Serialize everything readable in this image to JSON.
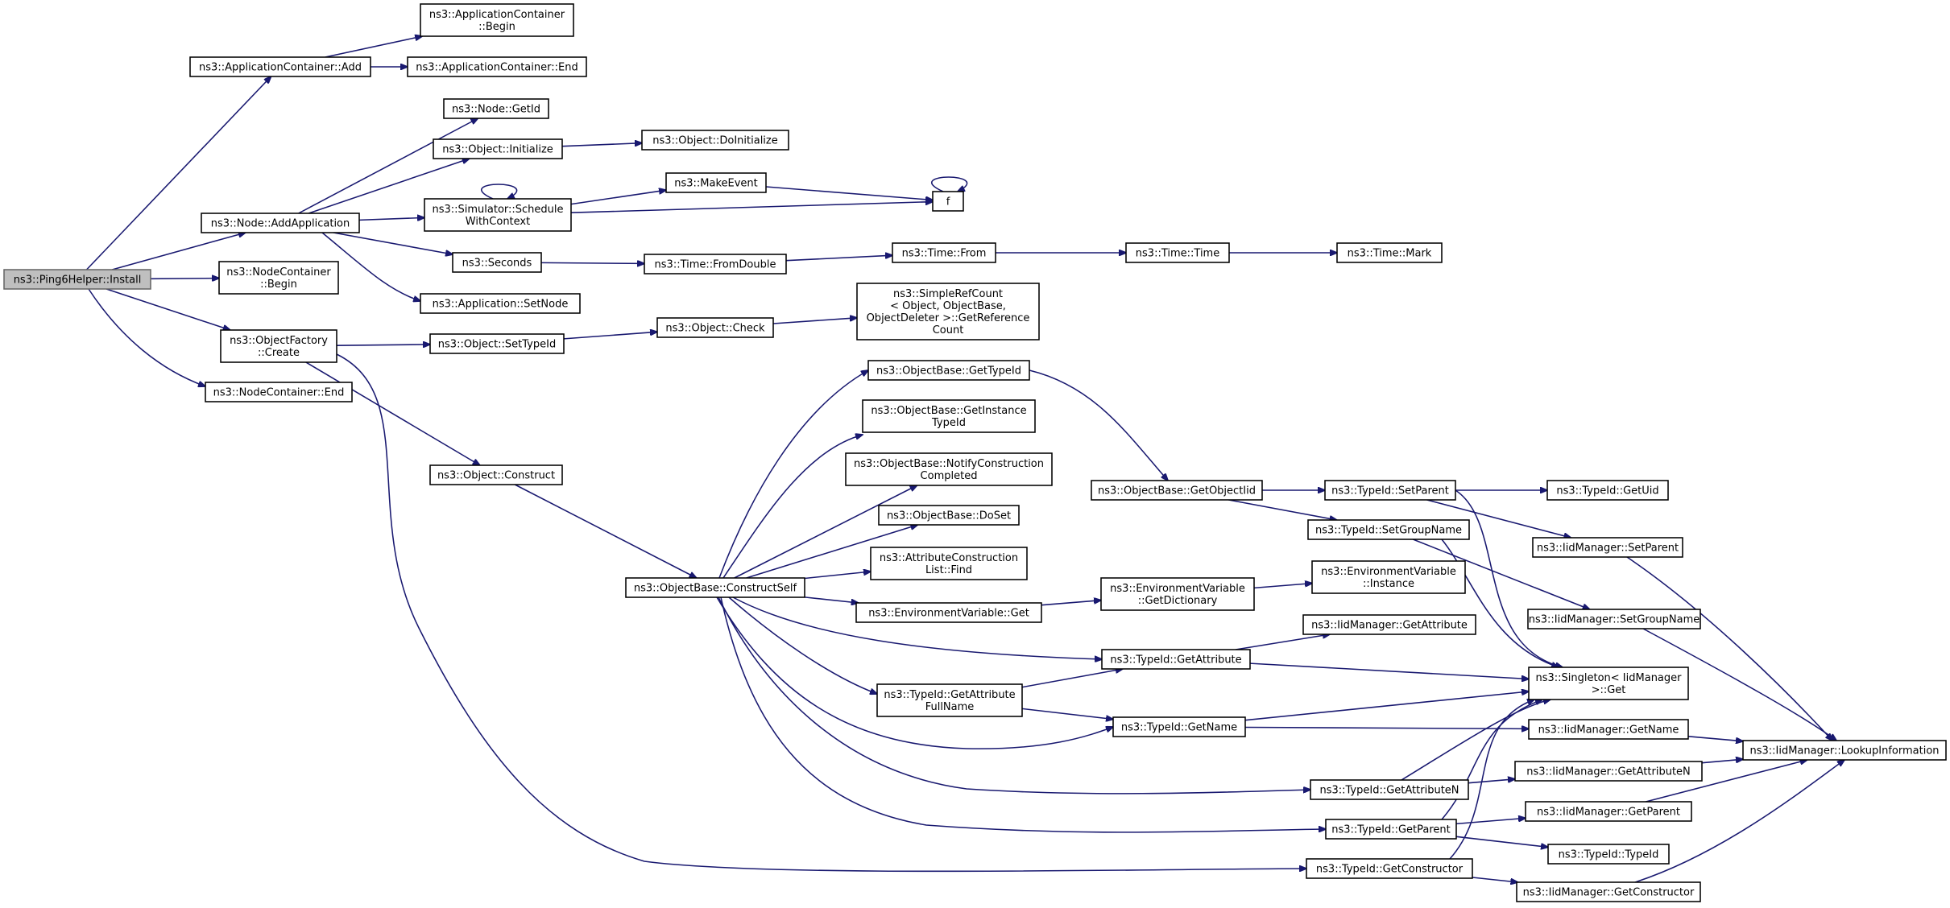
{
  "diagram": {
    "type": "call-graph",
    "nodes": [
      {
        "id": "install",
        "lines": [
          "ns3::Ping6Helper::Install"
        ],
        "root": true
      },
      {
        "id": "appcont_add",
        "lines": [
          "ns3::ApplicationContainer::Add"
        ]
      },
      {
        "id": "appcont_begin",
        "lines": [
          "ns3::ApplicationContainer",
          "::Begin"
        ]
      },
      {
        "id": "appcont_end",
        "lines": [
          "ns3::ApplicationContainer::End"
        ]
      },
      {
        "id": "node_addapp",
        "lines": [
          "ns3::Node::AddApplication"
        ]
      },
      {
        "id": "node_getid",
        "lines": [
          "ns3::Node::GetId"
        ]
      },
      {
        "id": "obj_init",
        "lines": [
          "ns3::Object::Initialize"
        ]
      },
      {
        "id": "obj_doinit",
        "lines": [
          "ns3::Object::DoInitialize"
        ]
      },
      {
        "id": "sim_sched",
        "lines": [
          "ns3::Simulator::Schedule",
          "WithContext"
        ]
      },
      {
        "id": "make_event",
        "lines": [
          "ns3::MakeEvent"
        ]
      },
      {
        "id": "f",
        "lines": [
          "f"
        ]
      },
      {
        "id": "seconds",
        "lines": [
          "ns3::Seconds"
        ]
      },
      {
        "id": "time_fromdouble",
        "lines": [
          "ns3::Time::FromDouble"
        ]
      },
      {
        "id": "time_from",
        "lines": [
          "ns3::Time::From"
        ]
      },
      {
        "id": "time_time",
        "lines": [
          "ns3::Time::Time"
        ]
      },
      {
        "id": "time_mark",
        "lines": [
          "ns3::Time::Mark"
        ]
      },
      {
        "id": "app_setnode",
        "lines": [
          "ns3::Application::SetNode"
        ]
      },
      {
        "id": "nodecont_begin",
        "lines": [
          "ns3::NodeContainer",
          "::Begin"
        ]
      },
      {
        "id": "objfactory_create",
        "lines": [
          "ns3::ObjectFactory",
          "::Create"
        ]
      },
      {
        "id": "obj_settypeid",
        "lines": [
          "ns3::Object::SetTypeId"
        ]
      },
      {
        "id": "obj_check",
        "lines": [
          "ns3::Object::Check"
        ]
      },
      {
        "id": "simplerefcount",
        "lines": [
          "ns3::SimpleRefCount",
          "< Object, ObjectBase,",
          "ObjectDeleter >::GetReference",
          "Count"
        ]
      },
      {
        "id": "nodecont_end",
        "lines": [
          "ns3::NodeContainer::End"
        ]
      },
      {
        "id": "obj_construct",
        "lines": [
          "ns3::Object::Construct"
        ]
      },
      {
        "id": "ob_constructself",
        "lines": [
          "ns3::ObjectBase::ConstructSelf"
        ]
      },
      {
        "id": "ob_gettypeid",
        "lines": [
          "ns3::ObjectBase::GetTypeId"
        ]
      },
      {
        "id": "ob_getinstance",
        "lines": [
          "ns3::ObjectBase::GetInstance",
          "TypeId"
        ]
      },
      {
        "id": "ob_notify",
        "lines": [
          "ns3::ObjectBase::NotifyConstruction",
          "Completed"
        ]
      },
      {
        "id": "ob_doset",
        "lines": [
          "ns3::ObjectBase::DoSet"
        ]
      },
      {
        "id": "acl_find",
        "lines": [
          "ns3::AttributeConstruction",
          "List::Find"
        ]
      },
      {
        "id": "env_get",
        "lines": [
          "ns3::EnvironmentVariable::Get"
        ]
      },
      {
        "id": "ob_getobjectiid",
        "lines": [
          "ns3::ObjectBase::GetObjectIid"
        ]
      },
      {
        "id": "env_getdict",
        "lines": [
          "ns3::EnvironmentVariable",
          "::GetDictionary"
        ]
      },
      {
        "id": "env_instance",
        "lines": [
          "ns3::EnvironmentVariable",
          "::Instance"
        ]
      },
      {
        "id": "tid_setparent",
        "lines": [
          "ns3::TypeId::SetParent"
        ]
      },
      {
        "id": "tid_getuid",
        "lines": [
          "ns3::TypeId::GetUid"
        ]
      },
      {
        "id": "tid_setgroupname",
        "lines": [
          "ns3::TypeId::SetGroupName"
        ]
      },
      {
        "id": "iid_setparent",
        "lines": [
          "ns3::IidManager::SetParent"
        ]
      },
      {
        "id": "iid_setgroupname",
        "lines": [
          "ns3::IidManager::SetGroupName"
        ]
      },
      {
        "id": "iid_getattribute",
        "lines": [
          "ns3::IidManager::GetAttribute"
        ]
      },
      {
        "id": "tid_getattribute",
        "lines": [
          "ns3::TypeId::GetAttribute"
        ]
      },
      {
        "id": "tid_getattrfullname",
        "lines": [
          "ns3::TypeId::GetAttribute",
          "FullName"
        ]
      },
      {
        "id": "singleton_get",
        "lines": [
          "ns3::Singleton< IidManager",
          ">::Get"
        ]
      },
      {
        "id": "tid_getname",
        "lines": [
          "ns3::TypeId::GetName"
        ]
      },
      {
        "id": "iid_getname",
        "lines": [
          "ns3::IidManager::GetName"
        ]
      },
      {
        "id": "iid_lookup",
        "lines": [
          "ns3::IidManager::LookupInformation"
        ]
      },
      {
        "id": "tid_getattributen",
        "lines": [
          "ns3::TypeId::GetAttributeN"
        ]
      },
      {
        "id": "iid_getattributen",
        "lines": [
          "ns3::IidManager::GetAttributeN"
        ]
      },
      {
        "id": "tid_getparent",
        "lines": [
          "ns3::TypeId::GetParent"
        ]
      },
      {
        "id": "iid_getparent",
        "lines": [
          "ns3::IidManager::GetParent"
        ]
      },
      {
        "id": "tid_typeid",
        "lines": [
          "ns3::TypeId::TypeId"
        ]
      },
      {
        "id": "tid_getconstructor",
        "lines": [
          "ns3::TypeId::GetConstructor"
        ]
      },
      {
        "id": "iid_getconstructor",
        "lines": [
          "ns3::IidManager::GetConstructor"
        ]
      }
    ],
    "edges": [
      [
        "install",
        "appcont_add"
      ],
      [
        "install",
        "node_addapp"
      ],
      [
        "install",
        "nodecont_begin"
      ],
      [
        "install",
        "objfactory_create"
      ],
      [
        "install",
        "nodecont_end"
      ],
      [
        "appcont_add",
        "appcont_begin"
      ],
      [
        "appcont_add",
        "appcont_end"
      ],
      [
        "node_addapp",
        "node_getid"
      ],
      [
        "node_addapp",
        "obj_init"
      ],
      [
        "node_addapp",
        "sim_sched"
      ],
      [
        "node_addapp",
        "seconds"
      ],
      [
        "node_addapp",
        "app_setnode"
      ],
      [
        "obj_init",
        "obj_doinit"
      ],
      [
        "sim_sched",
        "sim_sched"
      ],
      [
        "sim_sched",
        "make_event"
      ],
      [
        "sim_sched",
        "f"
      ],
      [
        "make_event",
        "f"
      ],
      [
        "f",
        "f"
      ],
      [
        "seconds",
        "time_fromdouble"
      ],
      [
        "time_fromdouble",
        "time_from"
      ],
      [
        "time_from",
        "time_time"
      ],
      [
        "time_time",
        "time_mark"
      ],
      [
        "objfactory_create",
        "obj_settypeid"
      ],
      [
        "objfactory_create",
        "obj_construct"
      ],
      [
        "objfactory_create",
        "tid_getconstructor"
      ],
      [
        "obj_settypeid",
        "obj_check"
      ],
      [
        "obj_check",
        "simplerefcount"
      ],
      [
        "obj_construct",
        "ob_constructself"
      ],
      [
        "ob_constructself",
        "ob_gettypeid"
      ],
      [
        "ob_constructself",
        "ob_getinstance"
      ],
      [
        "ob_constructself",
        "ob_notify"
      ],
      [
        "ob_constructself",
        "ob_doset"
      ],
      [
        "ob_constructself",
        "acl_find"
      ],
      [
        "ob_constructself",
        "env_get"
      ],
      [
        "ob_constructself",
        "tid_getattribute"
      ],
      [
        "ob_constructself",
        "tid_getattrfullname"
      ],
      [
        "ob_constructself",
        "tid_getname"
      ],
      [
        "ob_constructself",
        "tid_getattributen"
      ],
      [
        "ob_constructself",
        "tid_getparent"
      ],
      [
        "ob_gettypeid",
        "ob_getobjectiid"
      ],
      [
        "ob_getobjectiid",
        "tid_setparent"
      ],
      [
        "ob_getobjectiid",
        "tid_setgroupname"
      ],
      [
        "env_get",
        "env_getdict"
      ],
      [
        "env_getdict",
        "env_instance"
      ],
      [
        "tid_setparent",
        "tid_getuid"
      ],
      [
        "tid_setparent",
        "iid_setparent"
      ],
      [
        "tid_setparent",
        "singleton_get"
      ],
      [
        "tid_setgroupname",
        "iid_setgroupname"
      ],
      [
        "tid_setgroupname",
        "singleton_get"
      ],
      [
        "iid_setparent",
        "iid_lookup"
      ],
      [
        "iid_setgroupname",
        "iid_lookup"
      ],
      [
        "tid_getattribute",
        "iid_getattribute"
      ],
      [
        "tid_getattribute",
        "singleton_get"
      ],
      [
        "tid_getattrfullname",
        "tid_getattribute"
      ],
      [
        "tid_getattrfullname",
        "tid_getname"
      ],
      [
        "tid_getname",
        "singleton_get"
      ],
      [
        "tid_getname",
        "iid_getname"
      ],
      [
        "iid_getname",
        "iid_lookup"
      ],
      [
        "tid_getattributen",
        "singleton_get"
      ],
      [
        "tid_getattributen",
        "iid_getattributen"
      ],
      [
        "iid_getattributen",
        "iid_lookup"
      ],
      [
        "tid_getparent",
        "singleton_get"
      ],
      [
        "tid_getparent",
        "iid_getparent"
      ],
      [
        "tid_getparent",
        "tid_typeid"
      ],
      [
        "iid_getparent",
        "iid_lookup"
      ],
      [
        "tid_getconstructor",
        "singleton_get"
      ],
      [
        "tid_getconstructor",
        "iid_getconstructor"
      ],
      [
        "iid_getconstructor",
        "iid_lookup"
      ]
    ]
  }
}
